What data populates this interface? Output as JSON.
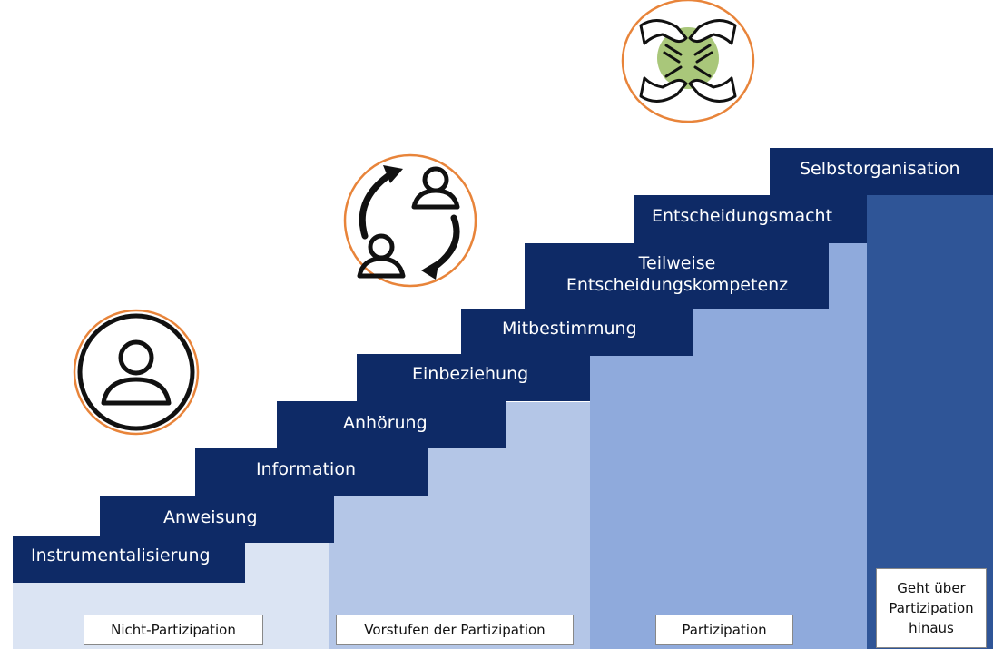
{
  "steps": [
    "Instrumentalisierung",
    "Anweisung",
    "Information",
    "Anhörung",
    "Einbeziehung",
    "Mitbestimmung",
    "Teilweise Entscheidungskompetenz",
    "Entscheidungsmacht",
    "Selbstorganisation"
  ],
  "groups": {
    "nicht": "Nicht-Partizipation",
    "vorstufen": "Vorstufen der Partizipation",
    "partizipation": "Partizipation",
    "hinaus": "Geht über Partizipation hinaus"
  },
  "icons": [
    "person-icon",
    "exchange-icon",
    "hands-icon"
  ],
  "colors": {
    "step": "#0e2a66",
    "zone1": "#dbe4f3",
    "zone2": "#b4c6e7",
    "zone3": "#8faadc",
    "zone4": "#2f5597",
    "circle_border": "#e8843a",
    "hands_fill": "#a9c77a"
  }
}
